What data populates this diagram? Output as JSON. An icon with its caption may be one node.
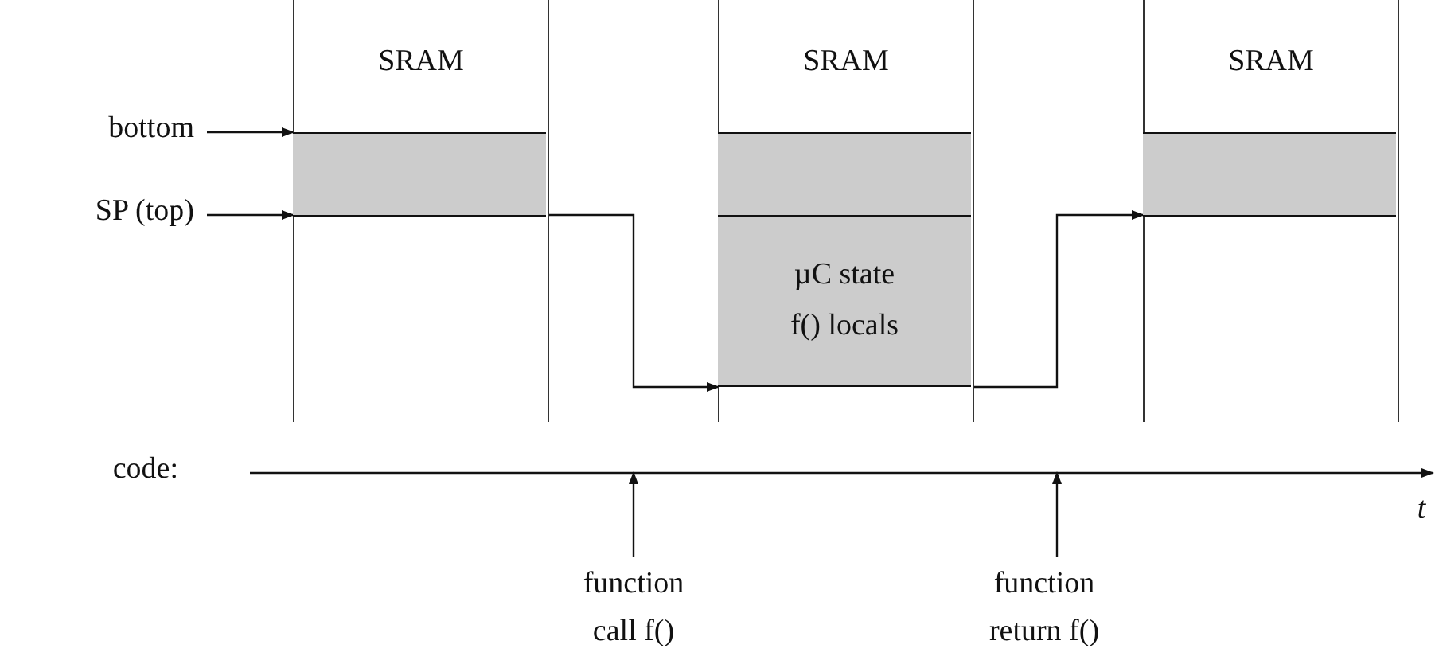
{
  "diagram": {
    "nodes": [
      {
        "text": [
          "SRAM"
        ]
      },
      {
        "text": [
          "SRAM"
        ]
      },
      {
        "text": [
          "SRAM"
        ]
      },
      {
        "text": [
          "bottom"
        ]
      },
      {
        "text": [
          "SP (top)"
        ]
      },
      {
        "text": [],
        "shape": "box",
        "in": 0
      },
      {
        "text": [],
        "shape": "box",
        "in": 1
      },
      {
        "text": [
          "µC state f() locals"
        ],
        "in": 1
      },
      {
        "text": [],
        "shape": "box",
        "in": 2
      },
      {
        "text": [
          "function call f()"
        ]
      },
      {
        "text": [
          "function return f()"
        ]
      }
    ],
    "edges": [
      {
        "from": 3,
        "to": 5,
        "arrow": "to"
      },
      {
        "from": 4,
        "to": 5,
        "arrow": "to"
      },
      {
        "from": 5,
        "to": 7,
        "arrow": "to"
      },
      {
        "from": 7,
        "to": 8,
        "arrow": "to"
      },
      {
        "from": 9,
        "to": null,
        "arrow": "to"
      },
      {
        "from": 10,
        "to": null,
        "arrow": "to"
      }
    ],
    "labels": [
      "code:",
      "t"
    ]
  }
}
